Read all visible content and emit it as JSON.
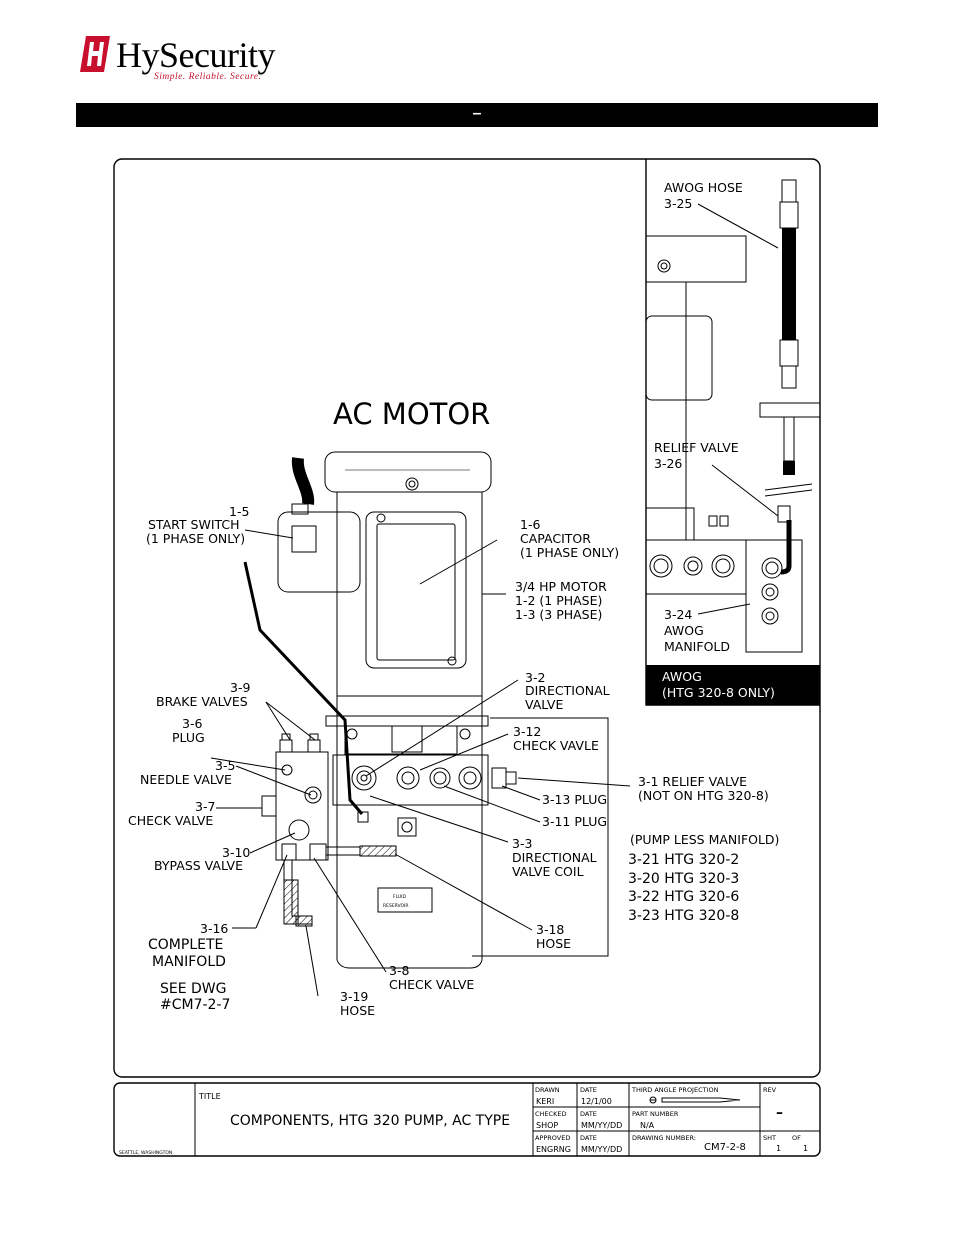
{
  "header": {
    "brand": "HySecurity",
    "tagline": "Simple. Reliable. Secure.",
    "banner_text": "–"
  },
  "drawing": {
    "title": "AC MOTOR",
    "labels": {
      "l_1_5": "1-5",
      "l_start_switch": "START SWITCH",
      "l_1_phase_only_a": "(1 PHASE ONLY)",
      "l_1_6": "1-6",
      "l_capacitor": "CAPACITOR",
      "l_1_phase_only_b": "(1 PHASE ONLY)",
      "l_motor": "3/4 HP MOTOR",
      "l_1_2": "1-2 (1 PHASE)",
      "l_1_3": "1-3 (3 PHASE)",
      "l_3_9": "3-9",
      "l_brake": "BRAKE VALVES",
      "l_3_6": "3-6",
      "l_plug": "PLUG",
      "l_3_5": "3-5",
      "l_needle": "NEEDLE VALVE",
      "l_3_7": "3-7",
      "l_check7": "CHECK VALVE",
      "l_3_10": "3-10",
      "l_bypass": "BYPASS VALVE",
      "l_3_16": "3-16",
      "l_complete": "COMPLETE",
      "l_manifold": "MANIFOLD",
      "l_seedwg": "SEE DWG",
      "l_dwgno": "#CM7-2-7",
      "l_3_19": "3-19",
      "l_hose19": "HOSE",
      "l_3_8": "3-8",
      "l_check8": "CHECK VALVE",
      "l_3_2": "3-2",
      "l_directional": "DIRECTIONAL",
      "l_valve": "VALVE",
      "l_3_12": "3-12",
      "l_checkvavle": "CHECK VAVLE",
      "l_3_13": "3-13 PLUG",
      "l_3_11": "3-11 PLUG",
      "l_3_3": "3-3",
      "l_directional2": "DIRECTIONAL",
      "l_valvecoil": "VALVE COIL",
      "l_3_18": "3-18",
      "l_hose18": "HOSE",
      "l_3_1": "3-1 RELIEF VALVE",
      "l_not_on": "(NOT ON HTG 320-8)",
      "l_pumpless": "(PUMP LESS MANIFOLD)",
      "l_3_21": "3-21 HTG 320-2",
      "l_3_20": "3-20 HTG 320-3",
      "l_3_22": "3-22 HTG 320-6",
      "l_3_23": "3-23 HTG 320-8",
      "l_fluid": "FLUID",
      "l_reservoir": "RESERVOIR"
    },
    "inset": {
      "awog_hose": "AWOG HOSE",
      "l_3_25": "3-25",
      "relief_valve": "RELIEF VALVE",
      "l_3_26": "3-26",
      "l_3_24": "3-24",
      "awog": "AWOG",
      "manifold": "MANIFOLD",
      "banner_title": "AWOG",
      "banner_sub": "(HTG 320-8 ONLY)"
    }
  },
  "title_block": {
    "seattle": "SEATTLE, WASHINGTON",
    "title_label": "TITLE",
    "title_value": "COMPONENTS, HTG 320 PUMP, AC TYPE",
    "drawn_label": "DRAWN",
    "drawn_value": "KERI",
    "date_label_1": "DATE",
    "date_value_1": "12/1/00",
    "checked_label": "CHECKED",
    "checked_value": "SHOP",
    "date_label_2": "DATE",
    "date_value_2": "MM/YY/DD",
    "approved_label": "APPROVED",
    "approved_value": "ENGRNG",
    "date_label_3": "DATE",
    "date_value_3": "MM/YY/DD",
    "projection_label": "THIRD ANGLE PROJECTION",
    "part_label": "PART NUMBER",
    "part_value": "N/A",
    "drawing_label": "DRAWING NUMBER:",
    "drawing_value": "CM7-2-8",
    "rev_label": "REV",
    "rev_value": "–",
    "sht_label": "SHT",
    "sht_value": "1",
    "of_label": "OF",
    "of_value": "1"
  }
}
